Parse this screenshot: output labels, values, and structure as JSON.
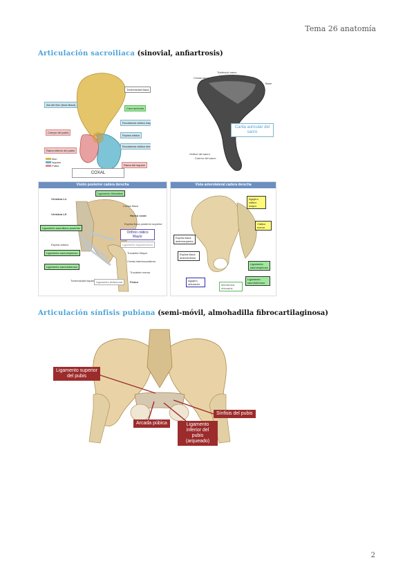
{
  "header": {
    "text": "Tema 26 anatomía"
  },
  "section1": {
    "title_accent": "Articulación sacroiliaca",
    "title_rest": " (sinovial, anfiartrosis)"
  },
  "fig_coxal": {
    "labels": {
      "tuberosidad": "Tuberosidad iliaca",
      "cara_auricular": "Cara auricular",
      "espina_isquiatica": "Espina ciática",
      "escotadura_mayor": "Escotadura ciática mayor",
      "escotadura_menor": "Escotadura ciática menor",
      "rama_isquion": "Rama del isquion",
      "pubis_body": "Cuerpo del pubis",
      "rama_inferior": "Rama inferior del pubis",
      "fosa_iliaca": "Ala del ilion (fosa iliaca)"
    },
    "legend": [
      "Ilion",
      "Isquion",
      "Pubis"
    ],
    "caption": "COXAL"
  },
  "fig_sacro": {
    "label_top": "Tubérculo sacro",
    "label_top2": "Cresta sacra",
    "label_right": "Base",
    "label_box": "Carita auricular del sacro",
    "label_bottom1": "Vértice del sacro",
    "label_bottom2": "Cuerno del sacro"
  },
  "fig_posterior": {
    "header": "Visión posterior cadera derecha",
    "boxes": {
      "lig_iliolumbar": "Ligamento iliolumbar",
      "lig_sacroiliaco": "Ligamento sacroiliaco posterior",
      "orificio_mayor": "Orificio ciático Mayor",
      "lig_sacroespinoso": "Ligamento sacroespinoso",
      "lig_sacrotuberoso": "Ligamento sacrotuberoso",
      "lig_isquiofemoral": "Ligamento isquiofemoral",
      "lig_iliofemoral": "Ligamento iliofemoral"
    },
    "labels": {
      "l4": "Vértebra L4",
      "l5": "Vértebra L5",
      "cresta": "Cresta iliaca",
      "hueso_coxal": "Hueso coxal",
      "espina_post": "Espina iliaca posterior superior",
      "espina_ciatica": "Espina ciática",
      "trocanter_mayor": "Trocánter Mayor",
      "cresta_inter": "Cresta intertrocantérea",
      "trocanter_menor": "Trocánter menor",
      "tuberosidad": "Tuberosidad isquiática",
      "femur": "Fémur"
    }
  },
  "fig_anterolateral": {
    "header": "Vista anterolateral cadera derecha",
    "boxes": {
      "agujero_ciatico": "Agujero ciático mayor",
      "ciatico_menor": "Ciático menor",
      "espina_ant_sup": "Espina iliaca anterosuperior",
      "espina_ant_inf": "Espina iliaca anteroinferior",
      "agujero_obturador": "Agujero obturador",
      "membrana": "Membrana obturatriz",
      "lig_sacroespinoso": "Ligamento sacroespinoso",
      "lig_sacrotuberoso": "Ligamento sacrotuberoso"
    }
  },
  "section2": {
    "title_accent": "Articulación sínfisis pubiana",
    "title_rest": " (semi-móvil, almohadilla fibrocartilaginosa)"
  },
  "fig_pubis": {
    "lig_superior": "Ligamento superior del pubis",
    "sinfisis": "Sínfisis del pubis",
    "arcada": "Arcada púbica",
    "lig_inferior": "Ligamento inferior del pubis (arqueado)"
  },
  "page_number": "2",
  "colors": {
    "accent_title": "#4aa3d9",
    "ilion": "#d9b44a",
    "isquion": "#5fb3c8",
    "pubis": "#e28a8a",
    "redlabel": "#9c2b2b",
    "panel_header": "#6c8fc0"
  }
}
